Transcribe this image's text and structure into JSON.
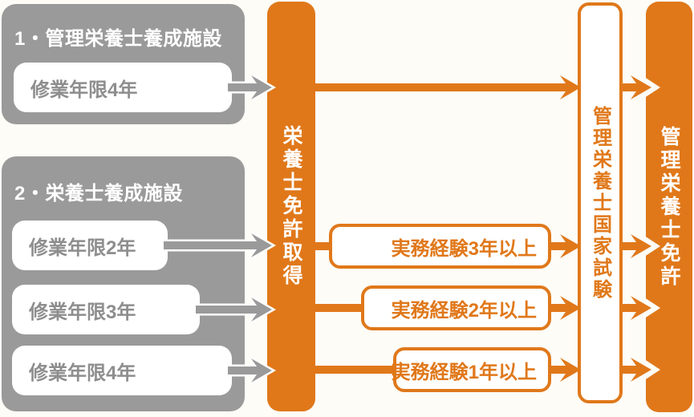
{
  "palette": {
    "orange": "#e0781a",
    "gray": "#9a9a9a",
    "item_text_gray": "#8e8e8e",
    "white": "#ffffff",
    "background": "#fdfcf7"
  },
  "left_panel": {
    "group1": {
      "title": "1・管理栄養士養成施設",
      "items": [
        "修業年限4年"
      ]
    },
    "group2": {
      "title": "2・栄養士養成施設",
      "items": [
        "修業年限2年",
        "修業年限3年",
        "修業年限4年"
      ]
    }
  },
  "columns": {
    "dietitian_license_bar": "栄養士免許取得",
    "national_exam_box": "管理栄養士国家試験",
    "registered_dietitian_license_bar": "管理栄養士免許"
  },
  "experience": [
    "実務経験3年以上",
    "実務経験2年以上",
    "実務経験1年以上"
  ]
}
